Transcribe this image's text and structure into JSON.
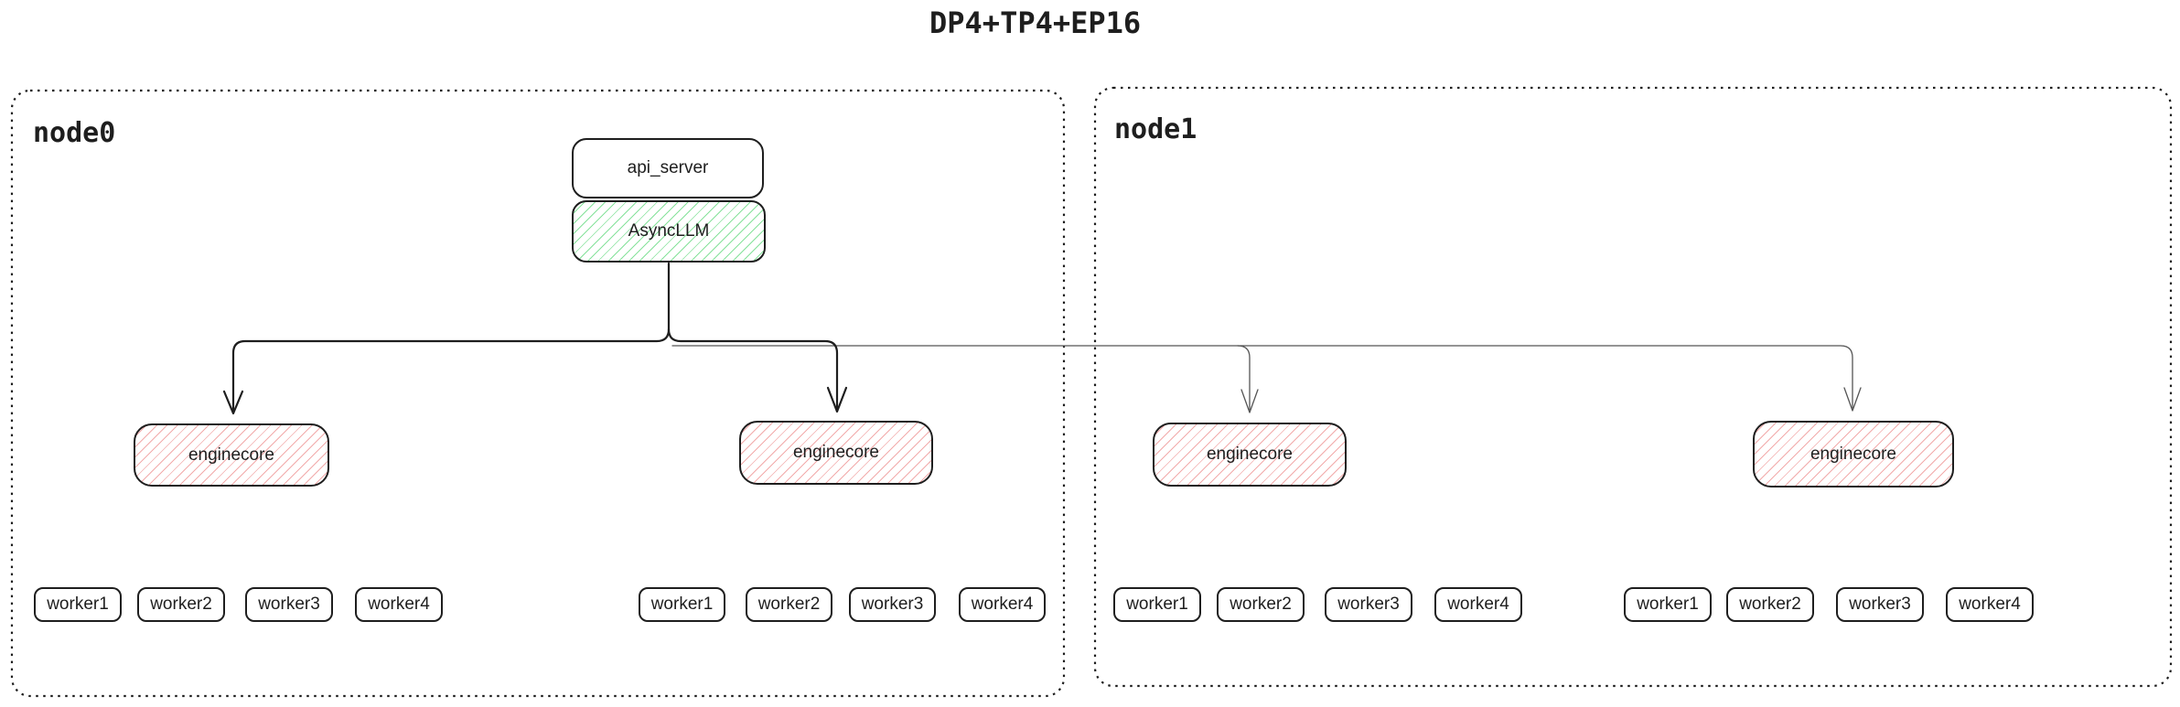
{
  "title": "DP4+TP4+EP16",
  "nodes": [
    {
      "label": "node0"
    },
    {
      "label": "node1"
    }
  ],
  "boxes": {
    "api_server": "api_server",
    "async_llm": "AsyncLLM"
  },
  "enginecores": [
    "enginecore",
    "enginecore",
    "enginecore",
    "enginecore"
  ],
  "worker_groups": [
    [
      "worker1",
      "worker2",
      "worker3",
      "worker4"
    ],
    [
      "worker1",
      "worker2",
      "worker3",
      "worker4"
    ],
    [
      "worker1",
      "worker2",
      "worker3",
      "worker4"
    ],
    [
      "worker1",
      "worker2",
      "worker3",
      "worker4"
    ]
  ],
  "colors": {
    "ink": "#1e1e1e",
    "connector_strong": "#1e1e1e",
    "connector_light": "#555555",
    "hatch_green": "#86e29b",
    "hatch_red": "#f2abab",
    "background": "#ffffff"
  }
}
